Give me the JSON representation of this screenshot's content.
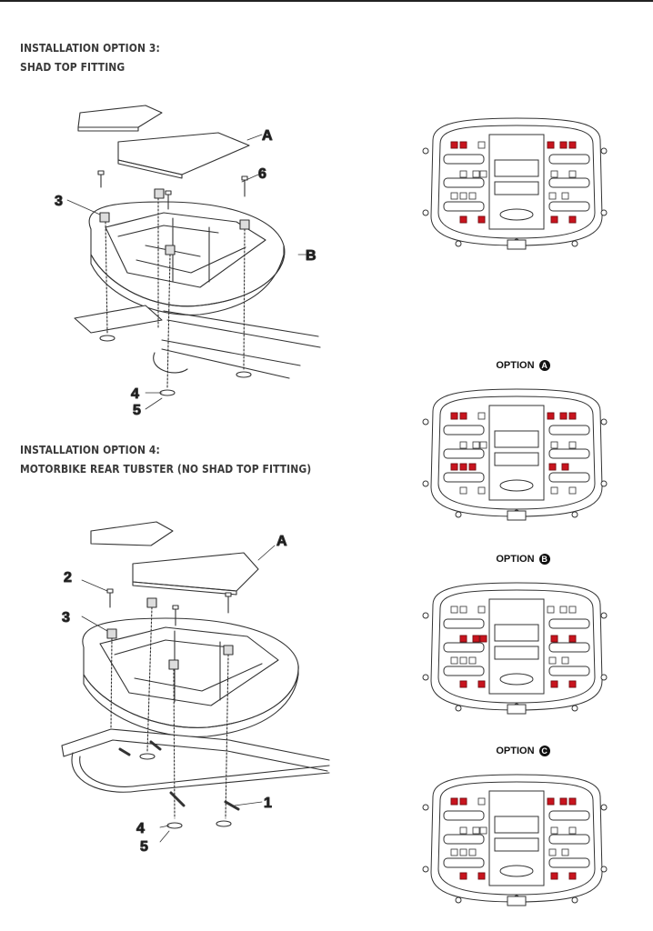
{
  "option3": {
    "title_line1": "INSTALLATION OPTION 3:",
    "title_line2": "SHAD TOP FITTING",
    "callouts": {
      "a": "A",
      "b": "B",
      "three": "3",
      "four": "4",
      "five": "5",
      "six": "6"
    }
  },
  "option4": {
    "title_line1": "INSTALLATION OPTION 4:",
    "title_line2": "MOTORBIKE REAR TUBSTER (NO SHAD TOP FITTING)",
    "callouts": {
      "a": "A",
      "one": "1",
      "two": "2",
      "three": "3",
      "four": "4",
      "five": "5"
    }
  },
  "options": [
    {
      "prefix": "OPTION",
      "letter": "A"
    },
    {
      "prefix": "OPTION",
      "letter": "B"
    },
    {
      "prefix": "OPTION",
      "letter": "C"
    }
  ],
  "colors": {
    "highlight_red": "#c8141e",
    "line": "#333333"
  },
  "plate_configs": [
    {
      "id": "default",
      "red_slots": [
        "tl-a",
        "tl-b",
        "tr-a",
        "tr-b",
        "tr-c",
        "bl-a",
        "bl-b",
        "br-a",
        "br-b"
      ]
    },
    {
      "id": "A",
      "red_slots": [
        "tl-a",
        "tl-b",
        "tr-a",
        "tr-b",
        "tr-c",
        "ml-a",
        "ml-b",
        "ml-c",
        "mr-a",
        "mr-b"
      ]
    },
    {
      "id": "B",
      "red_slots": [
        "cl-a",
        "cl-b",
        "cl-c",
        "cr-a",
        "cr-b",
        "bl-a",
        "bl-b",
        "br-a",
        "br-b"
      ]
    },
    {
      "id": "C",
      "red_slots": [
        "tl-a",
        "tl-b",
        "tr-a",
        "tr-b",
        "tr-c",
        "bl-a",
        "bl-b",
        "br-a",
        "br-b"
      ]
    }
  ]
}
